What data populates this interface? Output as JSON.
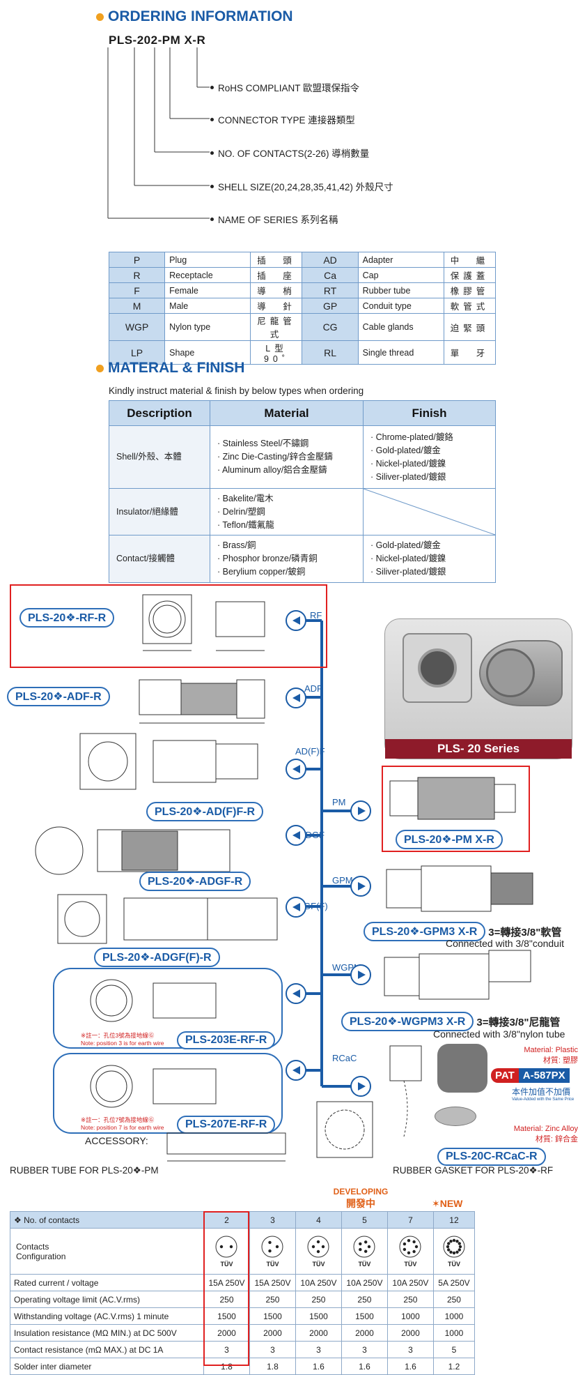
{
  "ordering": {
    "title": "ORDERING INFORMATION",
    "part_no": "PLS-202-PM X-R",
    "lines": [
      "RoHS COMPLIANT  歐盟環保指令",
      "CONNECTOR TYPE  連接器類型",
      "NO. OF CONTACTS(2-26)  導梢數量",
      "SHELL SIZE(20,24,28,35,41,42)  外殼尺寸",
      "NAME OF SERIES  系列名稱"
    ]
  },
  "codes": [
    [
      "P",
      "Plug",
      "插　頭",
      "AD",
      "Adapter",
      "中　繼"
    ],
    [
      "R",
      "Receptacle",
      "插　座",
      "Ca",
      "Cap",
      "保護蓋"
    ],
    [
      "F",
      "Female",
      "導　梢",
      "RT",
      "Rubber tube",
      "橡膠管"
    ],
    [
      "M",
      "Male",
      "導　針",
      "GP",
      "Conduit type",
      "軟管式"
    ],
    [
      "WGP",
      "Nylon type",
      "尼龍管式",
      "CG",
      "Cable glands",
      "迫緊頭"
    ],
    [
      "LP",
      "Shape",
      "L型90˚",
      "RL",
      "Single thread",
      "單　牙"
    ]
  ],
  "material": {
    "title": "MATERAL & FINISH",
    "intro": "Kindly instruct material & finish by below types when ordering",
    "headers": [
      "Description",
      "Material",
      "Finish"
    ],
    "rows": [
      {
        "desc": "Shell/外殼、本體",
        "material": [
          "· Stainless Steel/不鏽鋼",
          "· Zinc Die-Casting/鋅合金壓鑄",
          "· Aluminum alloy/鋁合金壓鑄"
        ],
        "finish": [
          "· Chrome-plated/鍍鉻",
          "· Gold-plated/鍍金",
          "· Nickel-plated/鍍鎳",
          "· Siliver-plated/鍍銀"
        ]
      },
      {
        "desc": "Insulator/絕緣體",
        "material": [
          "· Bakelite/電木",
          "· Delrin/塑鋼",
          "· Teflon/鐵氟龍"
        ],
        "finish": []
      },
      {
        "desc": "Contact/接觸體",
        "material": [
          "· Brass/銅",
          "· Phosphor bronze/磷青銅",
          "· Berylium copper/鈹銅"
        ],
        "finish": [
          "· Gold-plated/鍍金",
          "· Nickel-plated/鍍鎳",
          "· Siliver-plated/鍍銀"
        ]
      }
    ]
  },
  "branches": {
    "left": [
      "RF",
      "ADF",
      "AD(F)F",
      "ADGF",
      "ADGF(F)",
      "RCaC"
    ],
    "right": [
      "PM",
      "GPM",
      "WGPM",
      "RCaC"
    ]
  },
  "parts": {
    "rf": "PLS-20❖-RF-R",
    "adf": "PLS-20❖-ADF-R",
    "adff": "PLS-20❖-AD(F)F-R",
    "adgf": "PLS-20❖-ADGF-R",
    "adgff": "PLS-20❖-ADGF(F)-R",
    "e203": "PLS-203E-RF-R",
    "e207": "PLS-207E-RF-R",
    "pm": "PLS-20❖-PM  X-R",
    "gpm": "PLS-20❖-GPM3 X-R",
    "wgpm": "PLS-20❖-WGPM3 X-R",
    "rcac": "PLS-20C-RCaC-R"
  },
  "series_caption": "PLS- 20 Series",
  "gpm_note": "3=轉接3/8\"軟管",
  "gpm_note_en": "Connected with 3/8\"conduit",
  "wgpm_note": "3=轉接3/8\"尼龍管",
  "wgpm_note_en": "Connected with 3/8\"nylon tube",
  "material_plastic": "Material: Plastic",
  "material_plastic_cn": "材質: 塑膠",
  "pat_label": "PAT",
  "pat_no": "A-587PX",
  "value_added": "本件加值不加價",
  "value_added_en": "Value-Added with the Same Price",
  "material_zinc": "Material: Zinc Alloy",
  "material_zinc_cn": "材質: 鋅合金",
  "accessory": "ACCESSORY:",
  "rubber_tube": "RUBBER TUBE FOR PLS-20❖-PM",
  "rubber_gasket": "RUBBER GASKET FOR PLS-20❖-RF",
  "note_203": "※註一：孔位3號為接地線Ⓖ",
  "note_203_en": "Note: position 3 is for earth wire",
  "note_207": "※註一：孔位7號為接地線Ⓖ",
  "note_207_en": "Note: position 7 is for earth wire",
  "developing_en": "DEVELOPING",
  "developing_cn": "開發中",
  "new_label": "✶NEW",
  "specs": {
    "header_label": "❖ No. of contacts",
    "contacts": [
      "2",
      "3",
      "4",
      "5",
      "7",
      "12"
    ],
    "config_label": "Contacts\nConfiguration",
    "config_label_1": "Contacts",
    "config_label_2": "Configuration",
    "cert": "TÜV",
    "rows": [
      {
        "label": "Rated current / voltage",
        "values": [
          "15A 250V",
          "15A 250V",
          "10A 250V",
          "10A 250V",
          "10A 250V",
          "5A 250V"
        ]
      },
      {
        "label": "Operating voltage limit (AC.V.rms)",
        "values": [
          "250",
          "250",
          "250",
          "250",
          "250",
          "250"
        ]
      },
      {
        "label": "Withstanding voltage (AC.V.rms) 1 minute",
        "values": [
          "1500",
          "1500",
          "1500",
          "1500",
          "1000",
          "1000"
        ]
      },
      {
        "label": "Insulation resistance (MΩ MIN.) at DC 500V",
        "values": [
          "2000",
          "2000",
          "2000",
          "2000",
          "2000",
          "1000"
        ]
      },
      {
        "label": "Contact resistance (mΩ MAX.) at DC 1A",
        "values": [
          "3",
          "3",
          "3",
          "3",
          "3",
          "5"
        ]
      },
      {
        "label": "Solder inter diameter",
        "values": [
          "1.8",
          "1.8",
          "1.6",
          "1.6",
          "1.6",
          "1.2"
        ]
      }
    ]
  }
}
